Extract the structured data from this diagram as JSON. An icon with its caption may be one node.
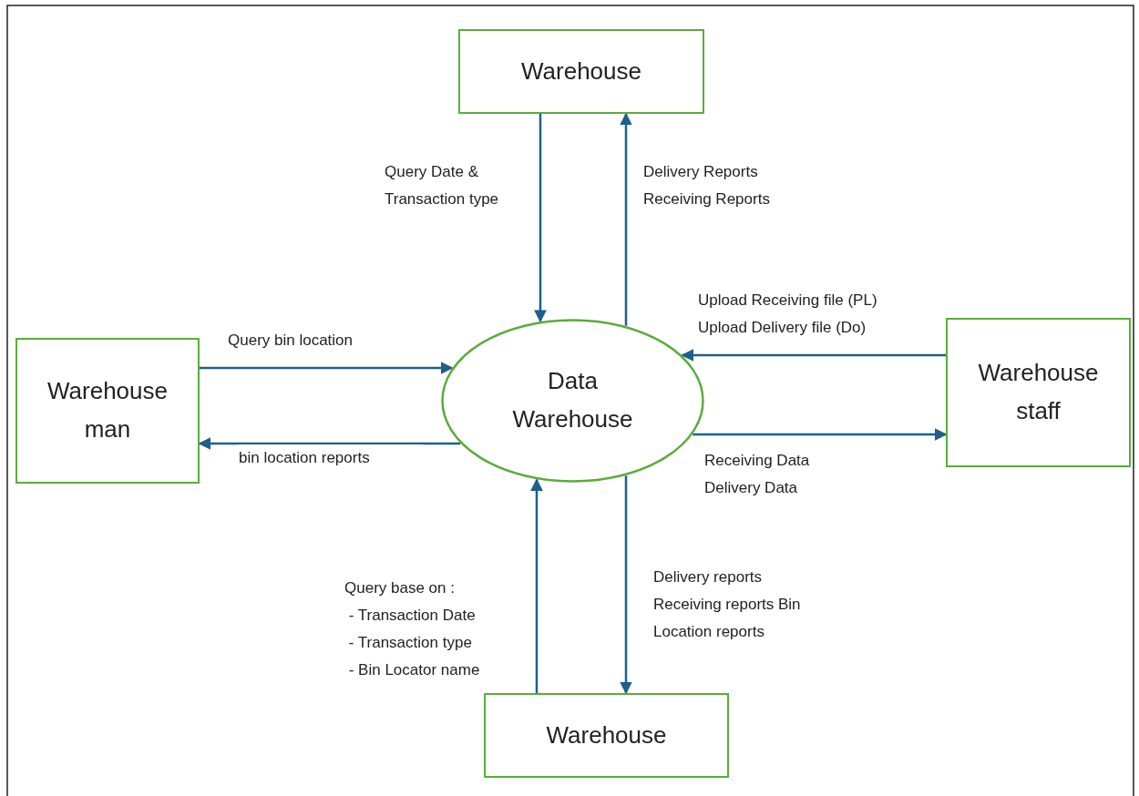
{
  "diagram": {
    "nodes": [
      {
        "text": [
          "Warehouse"
        ]
      },
      {
        "text": [
          "Warehouse man"
        ]
      },
      {
        "text": [
          "Data Warehouse"
        ]
      },
      {
        "text": [
          "Warehouse staff"
        ]
      },
      {
        "text": [
          "Warehouse"
        ]
      }
    ],
    "edges": [
      {
        "from": 0,
        "to": 2,
        "arrow": "to",
        "label": "Query Date & Transaction type"
      },
      {
        "from": 2,
        "to": 0,
        "arrow": "to",
        "label": "Delivery Reports Receiving Reports"
      },
      {
        "from": 1,
        "to": 2,
        "arrow": "to",
        "label": "Query bin location"
      },
      {
        "from": 2,
        "to": 1,
        "arrow": "to",
        "label": "bin location reports"
      },
      {
        "from": 3,
        "to": 2,
        "arrow": "to",
        "label": "Upload Receiving file (PL) Upload Delivery file (Do)"
      },
      {
        "from": 2,
        "to": 3,
        "arrow": "to",
        "label": "Receiving Data Delivery Data"
      },
      {
        "from": 4,
        "to": 2,
        "arrow": "to",
        "label": "Query base on : - Transaction Date - Transaction type - Bin Locator name"
      },
      {
        "from": 2,
        "to": 4,
        "arrow": "to",
        "label": "Delivery reports Receiving reports Bin Location reports"
      }
    ]
  }
}
